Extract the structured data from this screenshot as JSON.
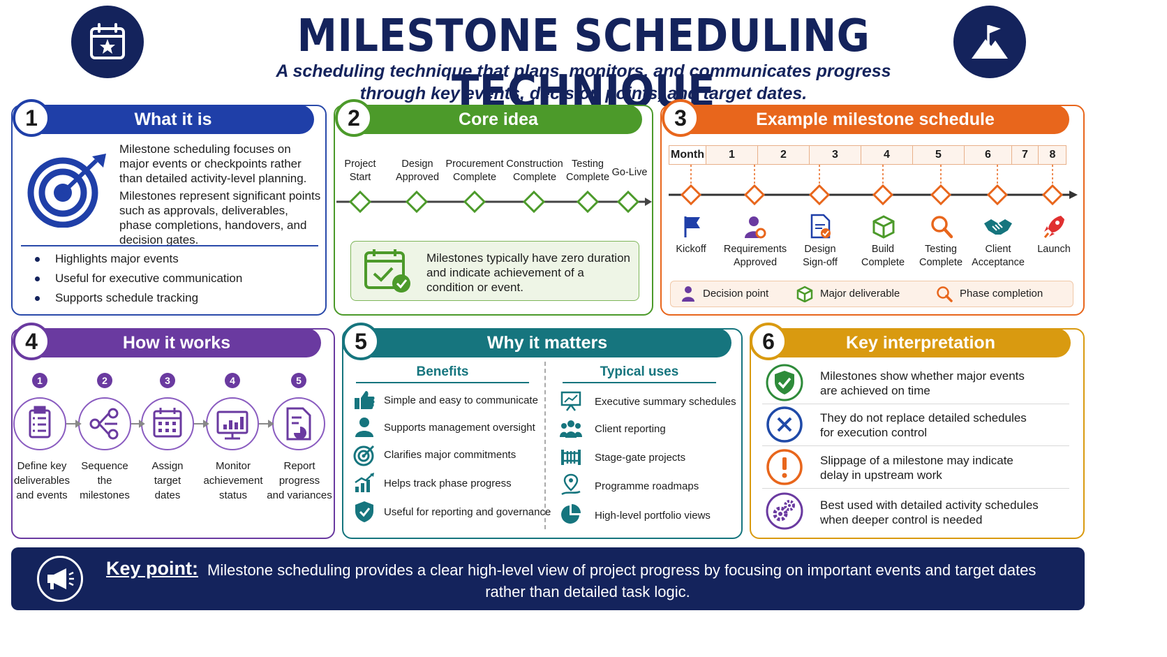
{
  "header": {
    "title": "MILESTONE SCHEDULING TECHNIQUE",
    "subtitle_line1": "A scheduling technique that plans, monitors, and communicates progress",
    "subtitle_line2": "through key events, decision points, and target dates.",
    "left_icon": "calendar-star-icon",
    "right_icon": "mountain-flag-icon"
  },
  "colors": {
    "navy": "#14235c",
    "blue": "#1f3fa8",
    "green": "#4c9a2a",
    "orange": "#e8661c",
    "purple": "#6a3aa0",
    "teal": "#16757e",
    "gold": "#d99a10"
  },
  "panel1": {
    "number": "1",
    "title": "What it is",
    "para1": "Milestone scheduling focuses on major events or checkpoints rather than detailed activity-level planning.",
    "para2": "Milestones represent significant points such as approvals, deliverables, phase completions, handovers, and decision gates.",
    "bullets": [
      "Highlights major events",
      "Useful for executive communication",
      "Supports schedule tracking"
    ]
  },
  "panel2": {
    "number": "2",
    "title": "Core idea",
    "milestones": [
      {
        "l1": "Project",
        "l2": "Start"
      },
      {
        "l1": "Design",
        "l2": "Approved"
      },
      {
        "l1": "Procurement",
        "l2": "Complete"
      },
      {
        "l1": "Construction",
        "l2": "Complete"
      },
      {
        "l1": "Testing",
        "l2": "Complete"
      },
      {
        "l1": "Go-Live",
        "l2": ""
      }
    ],
    "note": "Milestones typically have zero duration and indicate achievement of a condition or event."
  },
  "panel3": {
    "number": "3",
    "title": "Example milestone schedule",
    "month_label": "Month",
    "months": [
      "1",
      "2",
      "3",
      "4",
      "5",
      "6",
      "7",
      "8"
    ],
    "milestones": [
      {
        "l1": "Kickoff",
        "l2": "",
        "icon": "flag-icon"
      },
      {
        "l1": "Requirements",
        "l2": "Approved",
        "icon": "person-gear-icon"
      },
      {
        "l1": "Design",
        "l2": "Sign-off",
        "icon": "document-check-icon"
      },
      {
        "l1": "Build",
        "l2": "Complete",
        "icon": "box-icon"
      },
      {
        "l1": "Testing",
        "l2": "Complete",
        "icon": "magnifier-icon"
      },
      {
        "l1": "Client",
        "l2": "Acceptance",
        "icon": "handshake-icon"
      },
      {
        "l1": "Launch",
        "l2": "",
        "icon": "rocket-icon"
      }
    ],
    "legend": [
      {
        "label": "Decision point",
        "icon": "person-gear-icon"
      },
      {
        "label": "Major deliverable",
        "icon": "box-icon"
      },
      {
        "label": "Phase completion",
        "icon": "magnifier-icon"
      }
    ]
  },
  "panel4": {
    "number": "4",
    "title": "How it works",
    "steps": [
      {
        "n": "1",
        "l1": "Define key",
        "l2": "deliverables",
        "l3": "and events",
        "icon": "checklist-icon"
      },
      {
        "n": "2",
        "l1": "Sequence",
        "l2": "the",
        "l3": "milestones",
        "icon": "network-icon"
      },
      {
        "n": "3",
        "l1": "Assign",
        "l2": "target",
        "l3": "dates",
        "icon": "calendar-icon"
      },
      {
        "n": "4",
        "l1": "Monitor",
        "l2": "achievement",
        "l3": "status",
        "icon": "monitor-chart-icon"
      },
      {
        "n": "5",
        "l1": "Report",
        "l2": "progress",
        "l3": "and variances",
        "icon": "report-icon"
      }
    ]
  },
  "panel5": {
    "number": "5",
    "title": "Why it matters",
    "benefits_title": "Benefits",
    "benefits": [
      {
        "label": "Simple and easy to communicate",
        "icon": "thumbs-up-icon"
      },
      {
        "label": "Supports management oversight",
        "icon": "manager-icon"
      },
      {
        "label": "Clarifies major commitments",
        "icon": "target-icon"
      },
      {
        "label": "Helps track phase progress",
        "icon": "growth-chart-icon"
      },
      {
        "label": "Useful for reporting and governance",
        "icon": "shield-check-icon"
      }
    ],
    "uses_title": "Typical uses",
    "uses": [
      {
        "label": "Executive summary schedules",
        "icon": "presentation-icon"
      },
      {
        "label": "Client reporting",
        "icon": "group-icon"
      },
      {
        "label": "Stage-gate projects",
        "icon": "gate-icon"
      },
      {
        "label": "Programme roadmaps",
        "icon": "roadmap-icon"
      },
      {
        "label": "High-level portfolio views",
        "icon": "pie-chart-icon"
      }
    ]
  },
  "panel6": {
    "number": "6",
    "title": "Key interpretation",
    "items": [
      {
        "l1": "Milestones show whether major events",
        "l2": "are achieved on time",
        "icon": "check-shield-icon"
      },
      {
        "l1": "They do not replace detailed schedules",
        "l2": "for execution control",
        "icon": "x-circle-icon"
      },
      {
        "l1": "Slippage of a milestone may indicate",
        "l2": "delay in upstream work",
        "icon": "alert-circle-icon"
      },
      {
        "l1": "Best used with detailed activity schedules",
        "l2": "when deeper control is needed",
        "icon": "gears-icon"
      }
    ]
  },
  "footer": {
    "label": "Key point:",
    "line1": "Milestone scheduling provides a clear high-level view of project progress by focusing on important events and target dates",
    "line2": "rather than detailed task logic.",
    "icon": "megaphone-icon"
  }
}
